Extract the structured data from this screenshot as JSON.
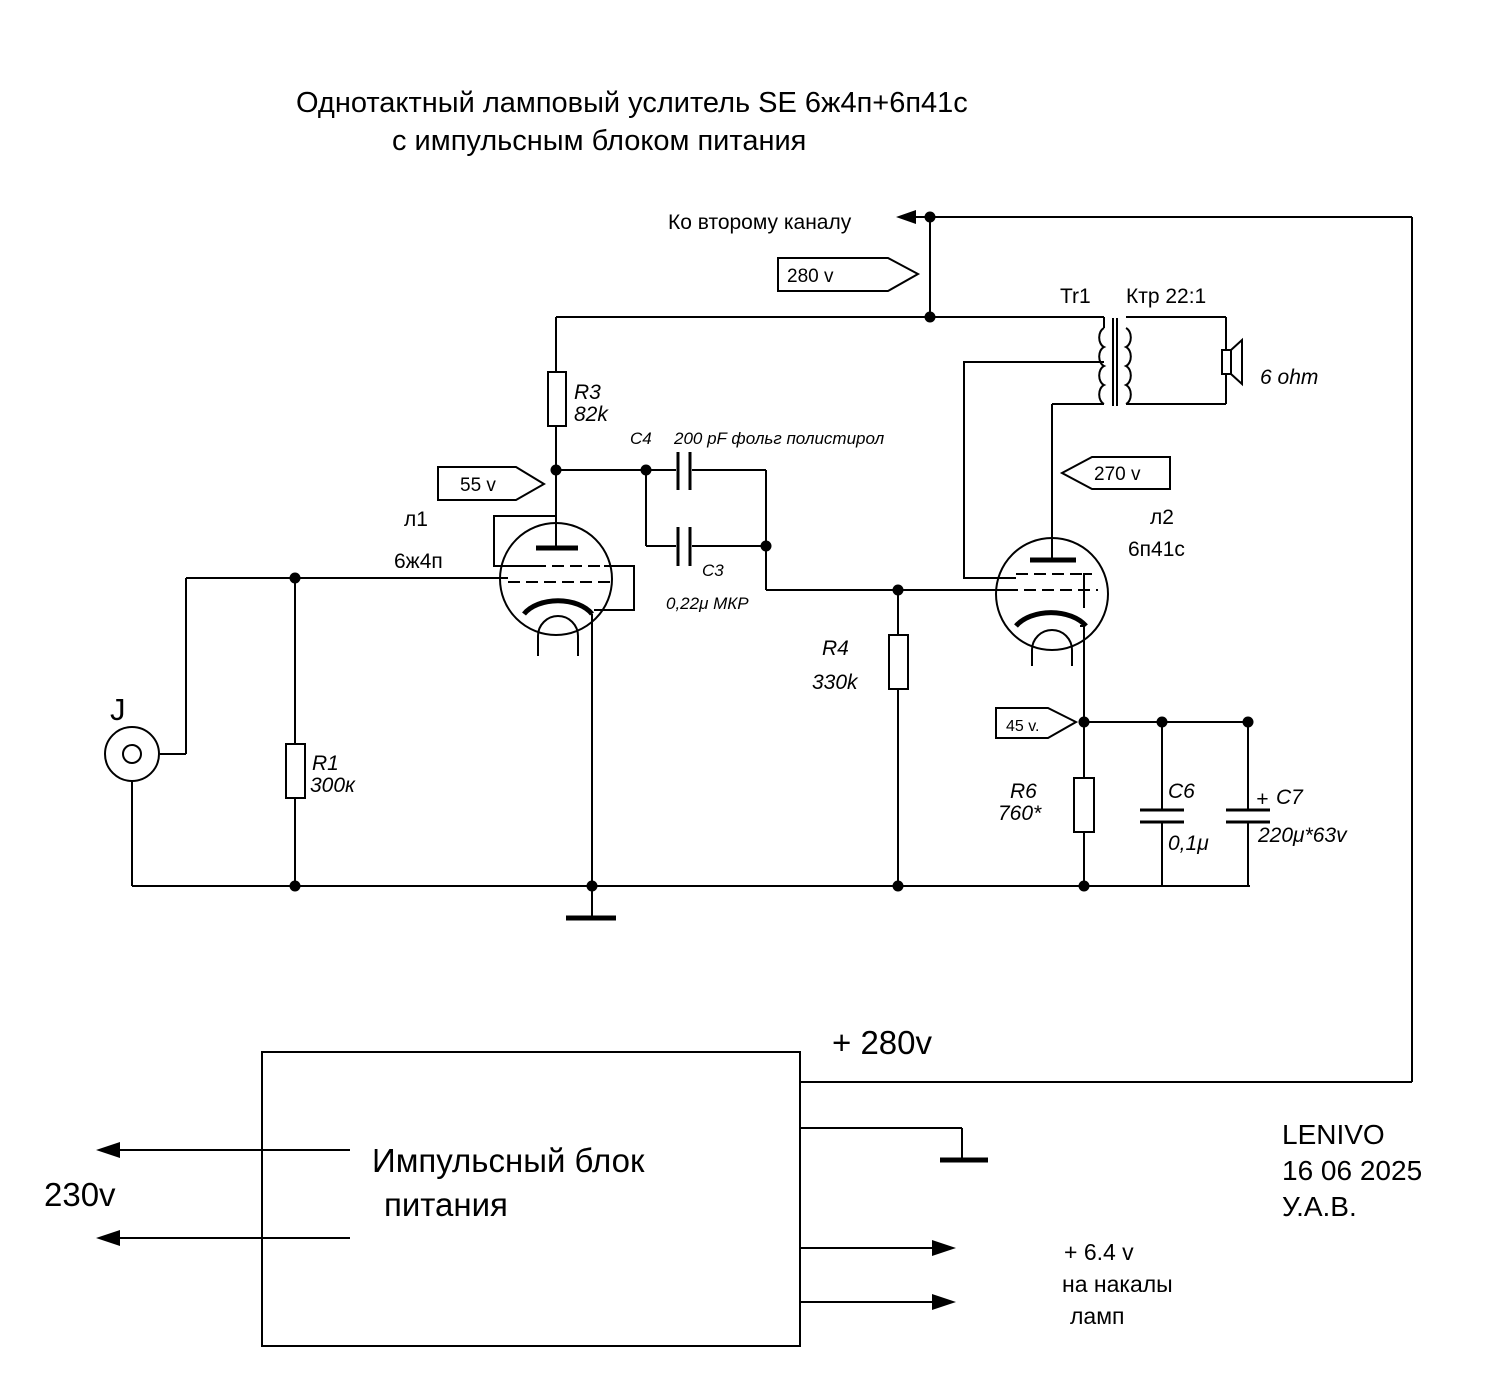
{
  "title": {
    "line1": "Однотактный ламповый услитель SE 6ж4п+6п41с",
    "line2": "с импульсным блоком питания"
  },
  "labels": {
    "to_second_channel": "Ко второму каналу",
    "tr1": "Tr1",
    "ktr": "Ктр 22:1",
    "speaker_impedance": "6 ohm",
    "c4": "C4",
    "c4_value": "200 pF фольг полистирол",
    "c3": "C3",
    "c3_value": "0,22μ МКР",
    "r3": "R3",
    "r3_value": "82k",
    "r4": "R4",
    "r4_value": "330k",
    "r1": "R1",
    "r1_value": "300к",
    "r6": "R6",
    "r6_value": "760*",
    "c6": "C6",
    "c6_value": "0,1μ",
    "c7_plus": "+",
    "c7": "C7",
    "c7_value": "220μ*63v",
    "jack": "J",
    "l1": "л1",
    "l1_type": "6ж4п",
    "l2": "л2",
    "l2_type": "6п41с"
  },
  "voltage_tags": {
    "v280": "280 v",
    "v55": "55 v",
    "v270": "270 v",
    "v45": "45 v."
  },
  "power": {
    "plus_280": "+ 280v",
    "psu_line1": "Импульсный блок",
    "psu_line2": "питания",
    "mains": "230v",
    "heater_line1": "+ 6.4 v",
    "heater_line2": "на накалы",
    "heater_line3": "ламп"
  },
  "signature": {
    "line1": "LENIVO",
    "line2": "16 06 2025",
    "line3": "У.А.В."
  }
}
